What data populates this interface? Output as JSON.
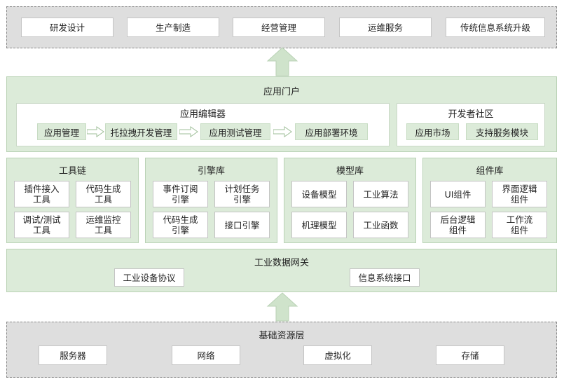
{
  "top_row": {
    "items": [
      "研发设计",
      "生产制造",
      "经营管理",
      "运维服务",
      "传统信息系统升级"
    ]
  },
  "app_portal": {
    "title": "应用门户",
    "editor": {
      "title": "应用编辑器",
      "steps": [
        "应用管理",
        "托拉拽开发管理",
        "应用测试管理",
        "应用部署环境"
      ]
    },
    "community": {
      "title": "开发者社区",
      "items": [
        "应用市场",
        "支持服务模块"
      ]
    }
  },
  "toolchain": {
    "title": "工具链",
    "items": [
      "插件接入\n工具",
      "代码生成\n工具",
      "调试/测试\n工具",
      "运维监控\n工具"
    ]
  },
  "engine_lib": {
    "title": "引擎库",
    "items": [
      "事件订阅\n引擎",
      "计划任务\n引擎",
      "代码生成\n引擎",
      "接口引擎"
    ]
  },
  "model_lib": {
    "title": "模型库",
    "items": [
      "设备模型",
      "工业算法",
      "机理模型",
      "工业函数"
    ]
  },
  "component_lib": {
    "title": "组件库",
    "items": [
      "UI组件",
      "界面逻辑\n组件",
      "后台逻辑\n组件",
      "工作流\n组件"
    ]
  },
  "gateway": {
    "title": "工业数据网关",
    "items": [
      "工业设备协议",
      "信息系统接口"
    ]
  },
  "base_layer": {
    "title": "基础资源层",
    "items": [
      "服务器",
      "网络",
      "虚拟化",
      "存储"
    ]
  },
  "colors": {
    "green_fill": "#dcebd9",
    "green_border": "#b9d2b5",
    "gray_fill": "#dedede",
    "arrow_fill": "#cfe3cb"
  }
}
